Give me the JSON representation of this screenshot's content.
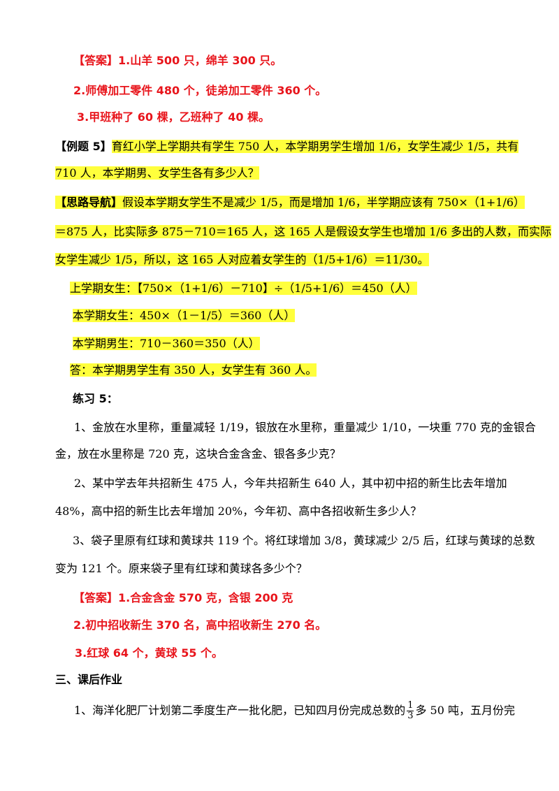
{
  "answers1": {
    "label": "【答案】",
    "a1": "1.山羊 500 只，绵羊 300 只。",
    "a2": "2.师傅加工零件 480 个，徒弟加工零件 360 个。",
    "a3": "3.甲班种了 60 棵，乙班种了 40 棵。"
  },
  "example5": {
    "label": "【例题 5】",
    "line1": "育红小学上学期共有学生 750 人，本学期男学生增加 1/6，女学生减少 1/5，共有",
    "line2": "710 人，本学期男、女学生各有多少人？"
  },
  "guide": {
    "label": "【思路导航】",
    "line1": "假设本学期女学生不是减少 1/5，而是增加 1/6，半学期应该有 750×（1+1/6）",
    "line2": "＝875 人，比实际多 875－710＝165 人，这 165 人是假设女学生也增加 1/6 多出的人数，而实际",
    "line3": "女学生减少 1/5，所以，这 165 人对应着女学生的（1/5+1/6）＝11/30。"
  },
  "solution": {
    "s1": "上学期女生：【750×（1+1/6）－710】÷（1/5+1/6）＝450（人）",
    "s2": "本学期女生：450×（1－1/5）＝360（人）",
    "s3": "本学期男生：710－360＝350（人）",
    "s4": "答：本学期男学生有 350 人，女学生有 360 人。"
  },
  "practice5": {
    "title": "练习 5：",
    "q1_line1": "1、金放在水里称，重量减轻 1/19，银放在水里称，重量减少 1/10，一块重 770 克的金银合",
    "q1_line2": "金，放在水里称是 720 克，这块合金含金、银各多少克？",
    "q2_line1": "2、某中学去年共招新生 475 人，今年共招新生 640 人，其中初中招的新生比去年增加",
    "q2_line2": "48%，高中招的新生比去年增加 20%，今年初、高中各招收新生多少人？",
    "q3_line1": "3、袋子里原有红球和黄球共 119 个。将红球增加 3/8，黄球减少 2/5 后，红球与黄球的总数",
    "q3_line2": "变为 121 个。原来袋子里有红球和黄球各多少个？"
  },
  "answers2": {
    "label": "【答案】",
    "a1": "1.合金含金 570 克，含银 200 克",
    "a2": "2.初中招收新生 370 名，高中招收新生 270 名。",
    "a3": "3.红球 64 个，黄球 55 个。"
  },
  "homework": {
    "title": "三、课后作业",
    "q1_before": "1、海洋化肥厂计划第二季度生产一批化肥，已知四月份完成总数的",
    "frac_num": "1",
    "frac_den": "3",
    "q1_after": "多 50 吨，五月份完"
  }
}
